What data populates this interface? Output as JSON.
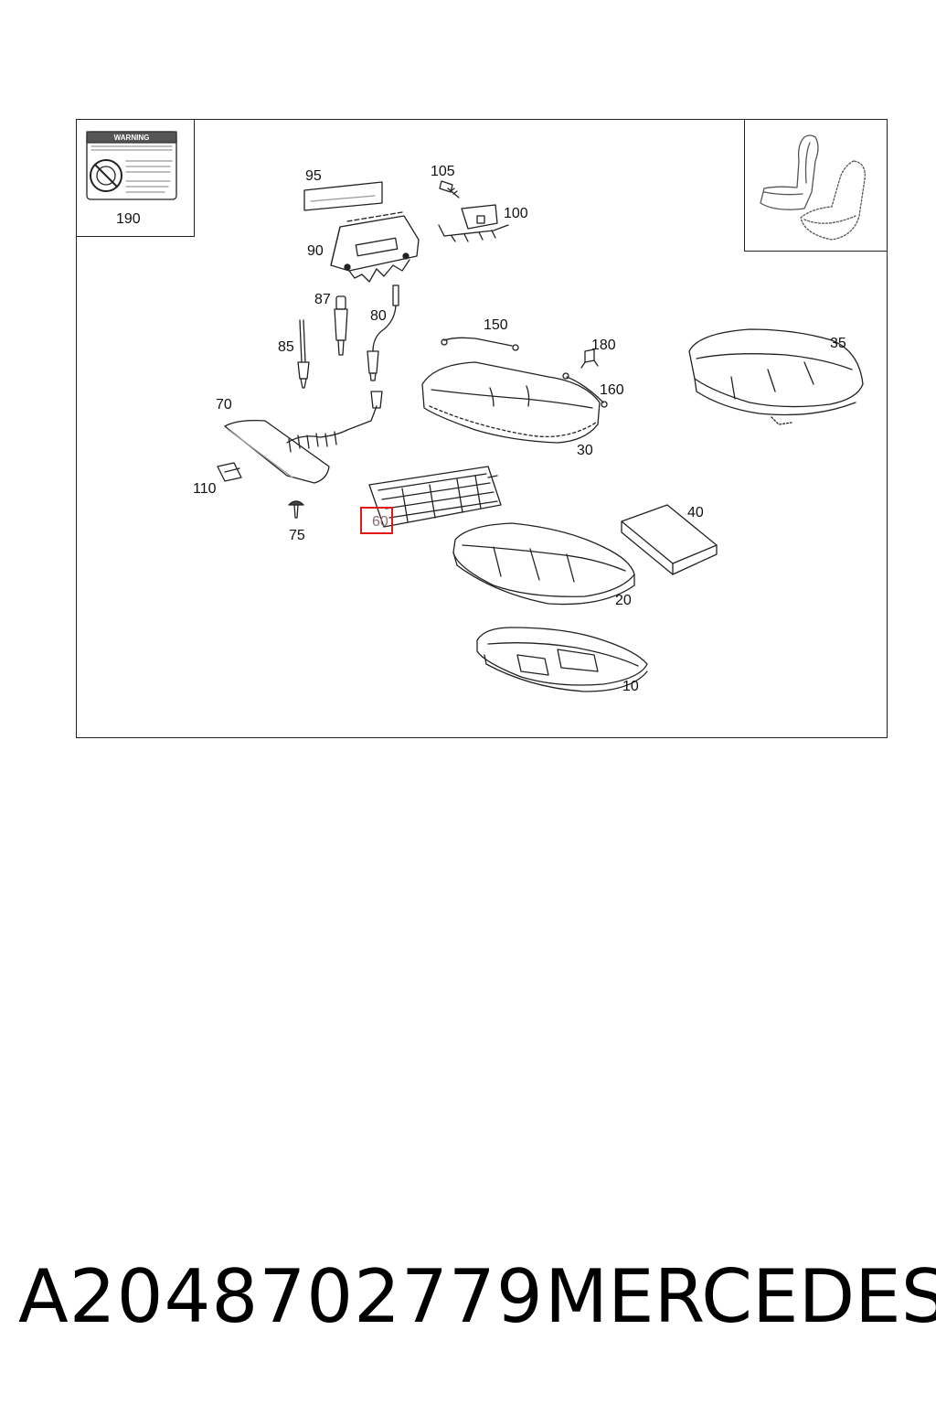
{
  "diagram": {
    "highlight_color": "#e01919",
    "callouts": [
      {
        "id": "c190",
        "label": "190"
      },
      {
        "id": "c95",
        "label": "95"
      },
      {
        "id": "c105",
        "label": "105"
      },
      {
        "id": "c100",
        "label": "100"
      },
      {
        "id": "c90",
        "label": "90"
      },
      {
        "id": "c87",
        "label": "87"
      },
      {
        "id": "c80",
        "label": "80"
      },
      {
        "id": "c85",
        "label": "85"
      },
      {
        "id": "c150",
        "label": "150"
      },
      {
        "id": "c180",
        "label": "180"
      },
      {
        "id": "c35",
        "label": "35"
      },
      {
        "id": "c160",
        "label": "160"
      },
      {
        "id": "c70",
        "label": "70"
      },
      {
        "id": "c30",
        "label": "30"
      },
      {
        "id": "c110",
        "label": "110"
      },
      {
        "id": "c60",
        "label": "60",
        "highlighted": true
      },
      {
        "id": "c40",
        "label": "40"
      },
      {
        "id": "c75",
        "label": "75"
      },
      {
        "id": "c20",
        "label": "20"
      },
      {
        "id": "c10",
        "label": "10"
      }
    ],
    "warning_label": {
      "heading": "WARNING"
    }
  },
  "footer": {
    "part_number": "A2048702779",
    "brand": "MERCEDES"
  }
}
